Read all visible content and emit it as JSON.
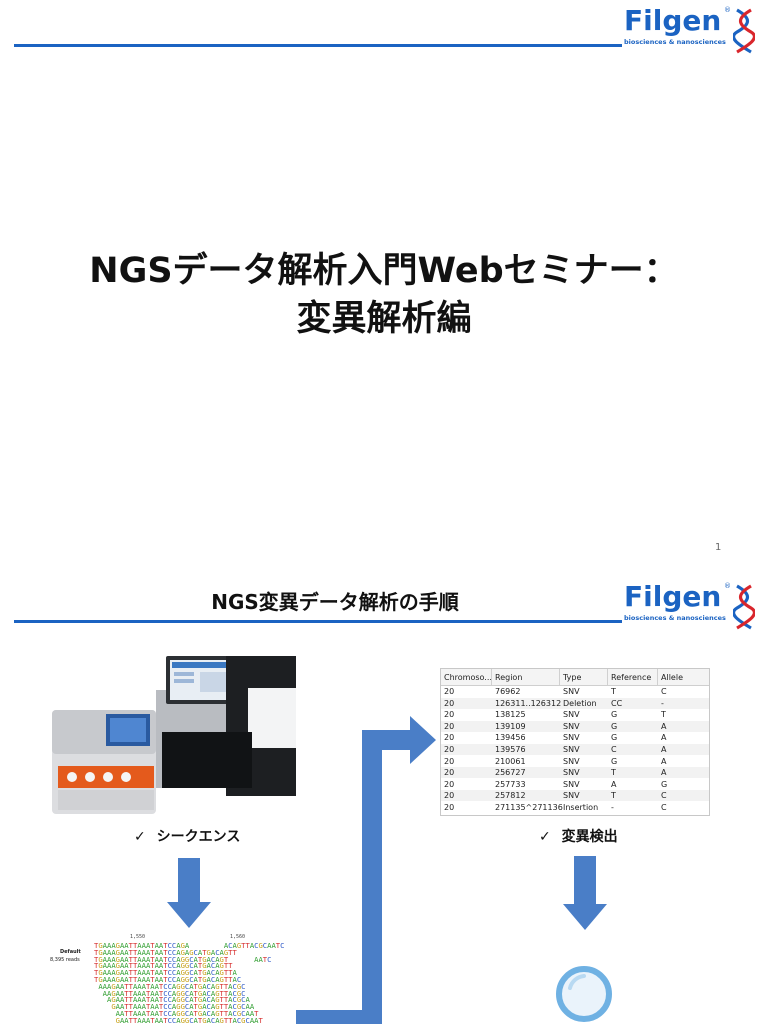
{
  "brand": {
    "name": "Filgen",
    "registered": "®",
    "tagline": "biosciences & nanosciences",
    "color": "#1b63c2"
  },
  "slide1": {
    "title_line1": "NGSデータ解析入門Webセミナー：",
    "title_line2": "変異解析編",
    "page_number": "1"
  },
  "slide2": {
    "title": "NGS変異データ解析の手順",
    "step1": {
      "check": "✓",
      "label": "シークエンス"
    },
    "step2": {
      "check": "✓",
      "label": "変異検出"
    }
  },
  "variant_table": {
    "columns": [
      "Chromoso...",
      "Region",
      "Type",
      "Reference",
      "Allele"
    ],
    "rows": [
      [
        "20",
        "76962",
        "SNV",
        "T",
        "C"
      ],
      [
        "20",
        "126311..126312",
        "Deletion",
        "CC",
        "-"
      ],
      [
        "20",
        "138125",
        "SNV",
        "G",
        "T"
      ],
      [
        "20",
        "139109",
        "SNV",
        "G",
        "A"
      ],
      [
        "20",
        "139456",
        "SNV",
        "G",
        "A"
      ],
      [
        "20",
        "139576",
        "SNV",
        "C",
        "A"
      ],
      [
        "20",
        "210061",
        "SNV",
        "G",
        "A"
      ],
      [
        "20",
        "256727",
        "SNV",
        "T",
        "A"
      ],
      [
        "20",
        "257733",
        "SNV",
        "A",
        "G"
      ],
      [
        "20",
        "257812",
        "SNV",
        "T",
        "C"
      ],
      [
        "20",
        "271135^271136",
        "Insertion",
        "-",
        "C"
      ]
    ]
  },
  "alignment": {
    "ruler_left": "1,550",
    "ruler_right": "1,560",
    "label_default": "Default",
    "label_reads": "8,395 reads",
    "lines": [
      "TGAAAGAATTAAATAATCCAGA        ACAGTTACGCAATC",
      "TGAAAGAATTAAATAATCCAGAGCATGACAGTT",
      "TGAAAGAATTAAATAATCCAGGCATGACAGT      AATC",
      "TGAAAGAATTAAATAATCCAGGCATGACAGTT",
      "TGAAAGAATTAAATAATCCAGGCATGACAGTTA",
      "TGAAAGAATTAAATAATCCAGGCATGACAGTTAC",
      " AAAGAATTAAATAATCCAGGCATGACAGTTACGC",
      "  AAGAATTAAATAATCCAGGCATGACAGTTACGC",
      "   AGAATTAAATAATCCAGGCATGACAGTTACGCA",
      "    GAATTAAATAATCCAGGCATGACAGTTACGCAA",
      "     AATTAAATAATCCAGGCATGACAGTTACGCAAT",
      "     GAATTAAATAATCCAGGCATGACAGTTACGCAAT"
    ]
  }
}
